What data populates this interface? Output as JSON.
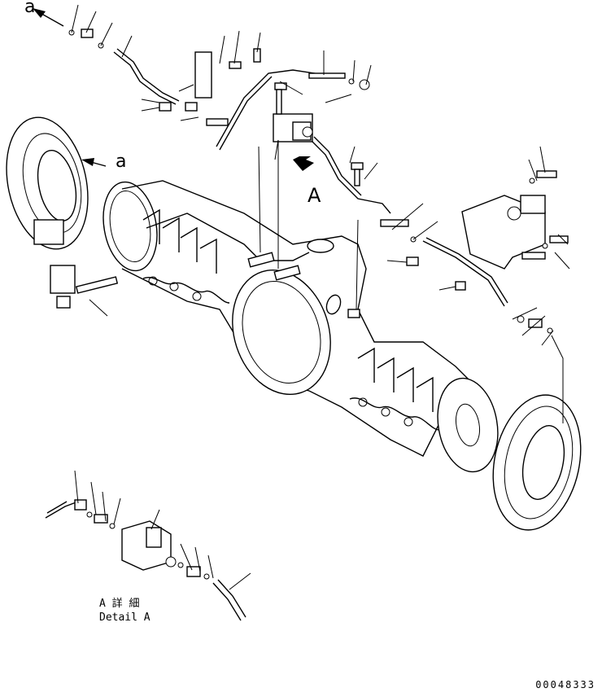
{
  "labels": {
    "view_a_top": "a",
    "view_a_left": "a",
    "view_A": "A"
  },
  "detail": {
    "line1": "A 詳 細",
    "line2": "Detail A"
  },
  "drawing_number": "00048333"
}
